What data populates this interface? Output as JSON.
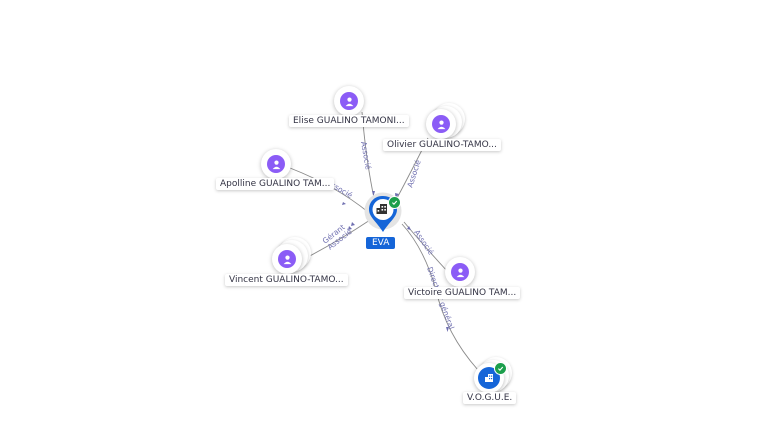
{
  "nodes": {
    "center": {
      "label": "EVA",
      "type": "company",
      "verified": true
    },
    "elise": {
      "label": "Elise GUALINO TAMONI...",
      "type": "person"
    },
    "olivier": {
      "label": "Olivier GUALINO-TAMO...",
      "type": "person"
    },
    "apolline": {
      "label": "Apolline GUALINO TAM...",
      "type": "person"
    },
    "vincent": {
      "label": "Vincent GUALINO-TAMO...",
      "type": "person"
    },
    "victoire": {
      "label": "Victoire GUALINO TAM...",
      "type": "person"
    },
    "vogue": {
      "label": "V.O.G.U.E.",
      "type": "company",
      "verified": true
    }
  },
  "edges": {
    "elise": "Associé",
    "olivier": "Associé",
    "apolline": "Associé",
    "vincent_1": "Gérant",
    "vincent_2": "Associé",
    "victoire": "Associé",
    "vogue": "Directeur général"
  },
  "colors": {
    "person": "#8b5cf6",
    "company": "#1565d8",
    "verified": "#1b9e4b",
    "edge_label": "#6f6fb0"
  },
  "icons": {
    "person": "person-icon",
    "company": "company-icon",
    "verified": "check-icon"
  }
}
